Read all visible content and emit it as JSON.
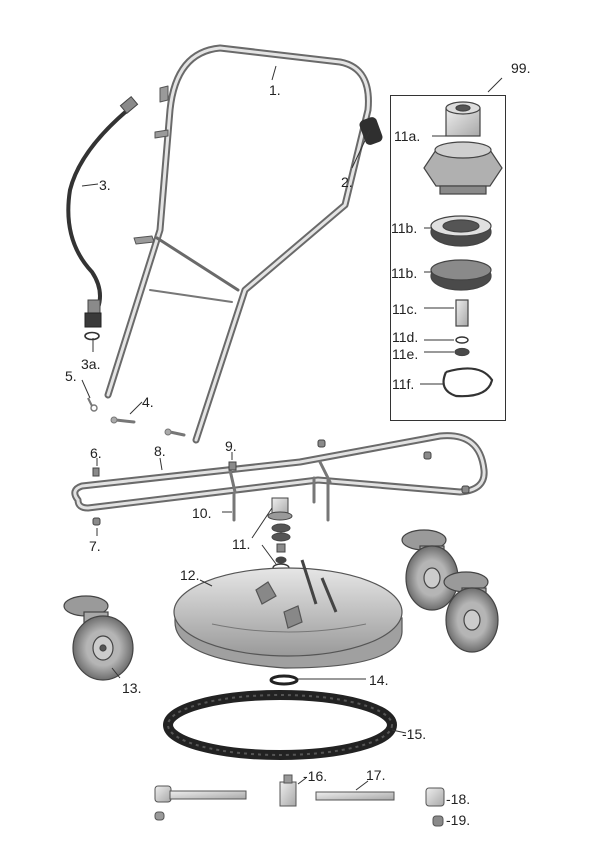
{
  "labels": {
    "p1": "1.",
    "p2": "2.",
    "p3": "3.",
    "p3a": "3a.",
    "p4": "4.",
    "p5": "5.",
    "p6": "6.",
    "p7": "7.",
    "p8": "8.",
    "p9": "9.",
    "p10": "10.",
    "p11": "11.",
    "p11a": "11a.",
    "p11b1": "11b.",
    "p11b2": "11b.",
    "p11c": "11c.",
    "p11d": "11d.",
    "p11e": "11e.",
    "p11f": "11f.",
    "p12": "12.",
    "p13": "13.",
    "p14": "14.",
    "p15": "-15.",
    "p16": "-16.",
    "p17": "17.",
    "p18": "-18.",
    "p19": "-19.",
    "p99": "99."
  },
  "colors": {
    "line": "#555555",
    "metal": "#c8c8c8",
    "dark": "#3a3a3a",
    "wheel": "#8c8c8c"
  }
}
